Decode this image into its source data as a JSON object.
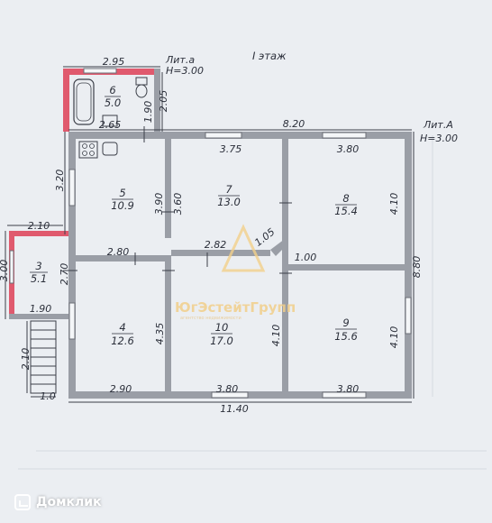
{
  "header": {
    "floor_title": "I этаж",
    "lit_a_small": "Лит.а",
    "h_small": "Н=3.00",
    "lit_a_big": "Лит.А",
    "h_big": "Н=3.00"
  },
  "rooms": [
    {
      "number": "6",
      "area": "5.0"
    },
    {
      "number": "5",
      "area": "10.9"
    },
    {
      "number": "7",
      "area": "13.0"
    },
    {
      "number": "8",
      "area": "15.4"
    },
    {
      "number": "3",
      "area": "5.1"
    },
    {
      "number": "4",
      "area": "12.6"
    },
    {
      "number": "10",
      "area": "17.0"
    },
    {
      "number": "9",
      "area": "15.6"
    }
  ],
  "dimensions": {
    "ext_a_top": "2.95",
    "ext_a_side": "2.05",
    "ext_a_inner": "1.90",
    "ext_a_bottom": "2.65",
    "top_overall": "8.20",
    "r7_top": "3.75",
    "r8_top": "3.80",
    "r5_left": "3.20",
    "r5_right": "3.90",
    "r7_left": "3.60",
    "r8_right": "4.10",
    "ext3_top": "2.10",
    "ext3_left": "3.00",
    "ext3_inner": "2.70",
    "ext3_bottom": "1.90",
    "r5_bottom": "2.80",
    "r7_bottom": "2.82",
    "diag": "1.05",
    "r8_bottom": "1.00",
    "right_overall": "8.80",
    "r4_right": "4.35",
    "r10_right": "4.10",
    "r9_right": "4.10",
    "steps_side": "2.10",
    "steps_bottom": "1.0",
    "r4_bottom": "2.90",
    "r10_bottom": "3.80",
    "r9_bottom": "3.80",
    "bottom_overall": "11.40"
  },
  "watermark": {
    "company": "ЮгЭстейтГрупп",
    "tagline": "агентство недвижимости"
  },
  "brand": "Домклик",
  "colors": {
    "wall": "#9a9ea6",
    "red_wall": "#e05a6e",
    "background": "#ebeef2"
  }
}
